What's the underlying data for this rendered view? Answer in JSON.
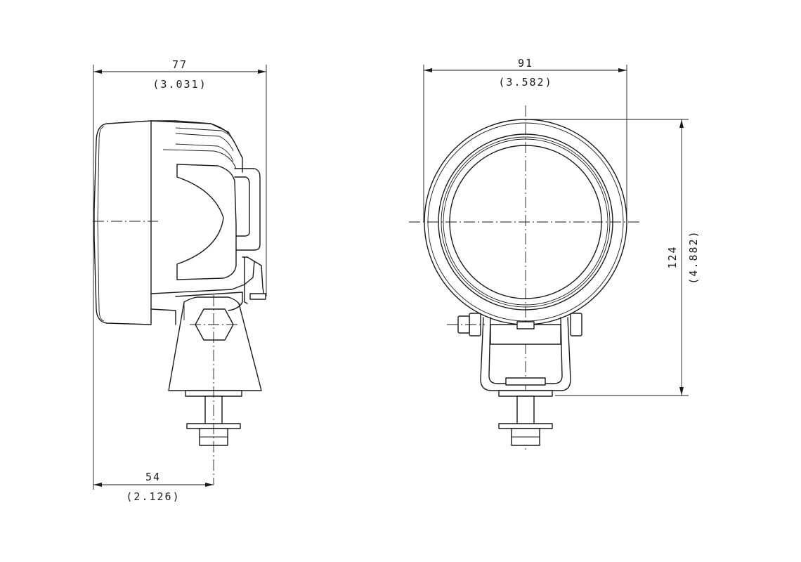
{
  "drawing": {
    "side_view": {
      "overall_depth_mm": "77",
      "overall_depth_in": "(3.031)",
      "mount_offset_mm": "54",
      "mount_offset_in": "(2.126)"
    },
    "front_view": {
      "width_mm": "91",
      "width_in": "(3.582)",
      "height_mm": "124",
      "height_in": "(4.882)"
    }
  }
}
